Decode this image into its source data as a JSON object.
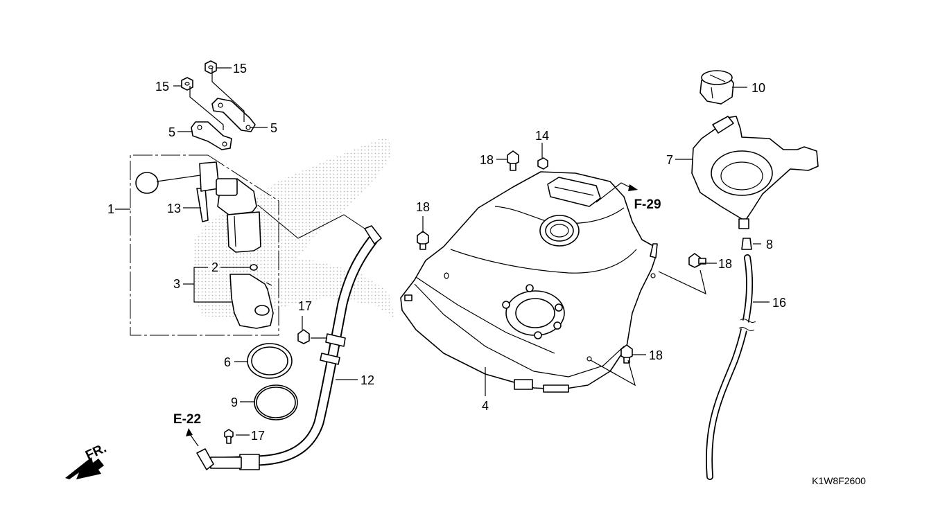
{
  "diagram": {
    "code": "K1W8F2600",
    "front_label": "FR.",
    "refs": {
      "e22": "E-22",
      "f29": "F-29"
    },
    "callouts": {
      "c1": "1",
      "c2": "2",
      "c3": "3",
      "c4": "4",
      "c5a": "5",
      "c5b": "5",
      "c6": "6",
      "c7": "7",
      "c8": "8",
      "c9": "9",
      "c10": "10",
      "c12": "12",
      "c13": "13",
      "c14": "14",
      "c15a": "15",
      "c15b": "15",
      "c16": "16",
      "c17a": "17",
      "c17b": "17",
      "c18a": "18",
      "c18b": "18",
      "c18c": "18",
      "c18d": "18"
    }
  },
  "colors": {
    "line": "#000000",
    "background": "#ffffff",
    "watermark": "#b5b5b5"
  }
}
